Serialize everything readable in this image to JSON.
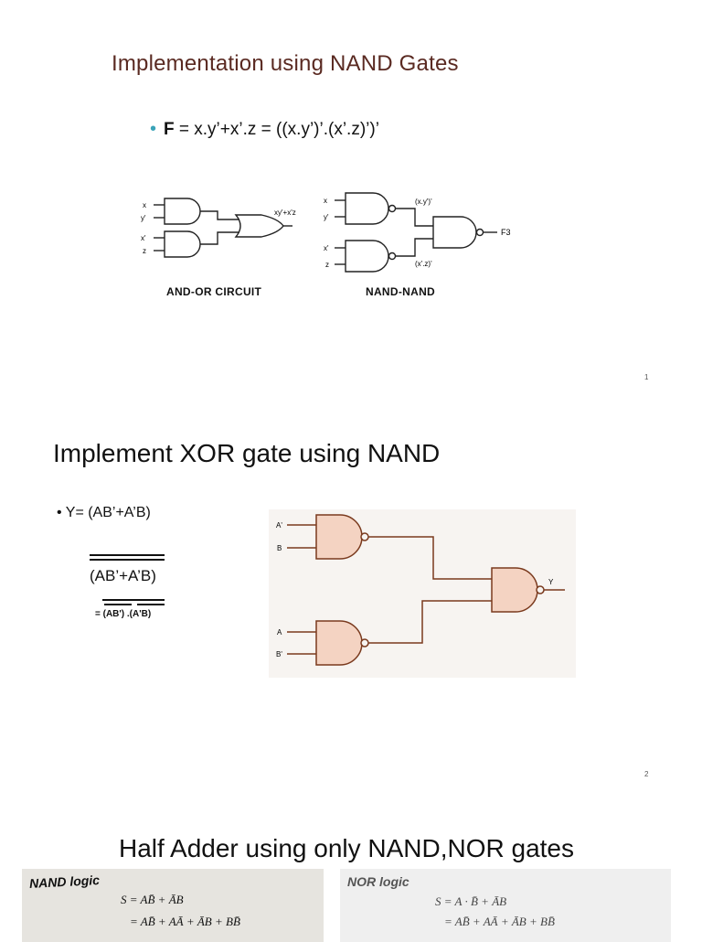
{
  "slide1": {
    "title": "Implementation using NAND Gates",
    "equation_label": "F",
    "equation_rest": " = x.y’+x’.z = ((x.y’)’.(x’.z)’)’",
    "and_or": {
      "in_x": "x",
      "in_y": "y'",
      "in_x2": "x'",
      "in_z": "z",
      "out": "xy'+x'z"
    },
    "nand_nand": {
      "in_x": "x",
      "in_y": "y'",
      "in_x2": "x'",
      "in_z": "z",
      "mid1": "(x.y')'",
      "mid2": "(x'.z)'",
      "out": "F3"
    },
    "caption_left": "AND-OR  CIRCUIT",
    "caption_right": "NAND-NAND",
    "slide_number": "1"
  },
  "slide2": {
    "title": "Implement XOR gate using NAND",
    "bullet": "Y= (AB’+A’B)",
    "expr": "(AB’+A’B)",
    "expr2_prefix": "= ",
    "expr2_a": "(AB')",
    "expr2_mid": " .",
    "expr2_b": "(A'B)",
    "inputs": {
      "a1": "A'",
      "b1": "B",
      "a2": "A",
      "b2": "B'"
    },
    "output": "Y",
    "slide_number": "2"
  },
  "slide3": {
    "title": "Half Adder using only NAND,NOR gates",
    "left_label": "NAND logic",
    "left_line1": "S = AB̄ + ĀB",
    "left_line2": "= AB̄ + AĀ + ĀB + BB̄",
    "right_label": "NOR logic",
    "right_line1": "S = A · B̄ + ĀB",
    "right_line2": "= AB̄ + AĀ + ĀB + BB̄"
  },
  "colors": {
    "title_brown": "#5a2a22",
    "bullet_teal": "#3aa3b8",
    "gate_fill": "#f4d3c2",
    "wire_brown": "#7a3a1e",
    "panel_bg": "#f7f4f1"
  }
}
